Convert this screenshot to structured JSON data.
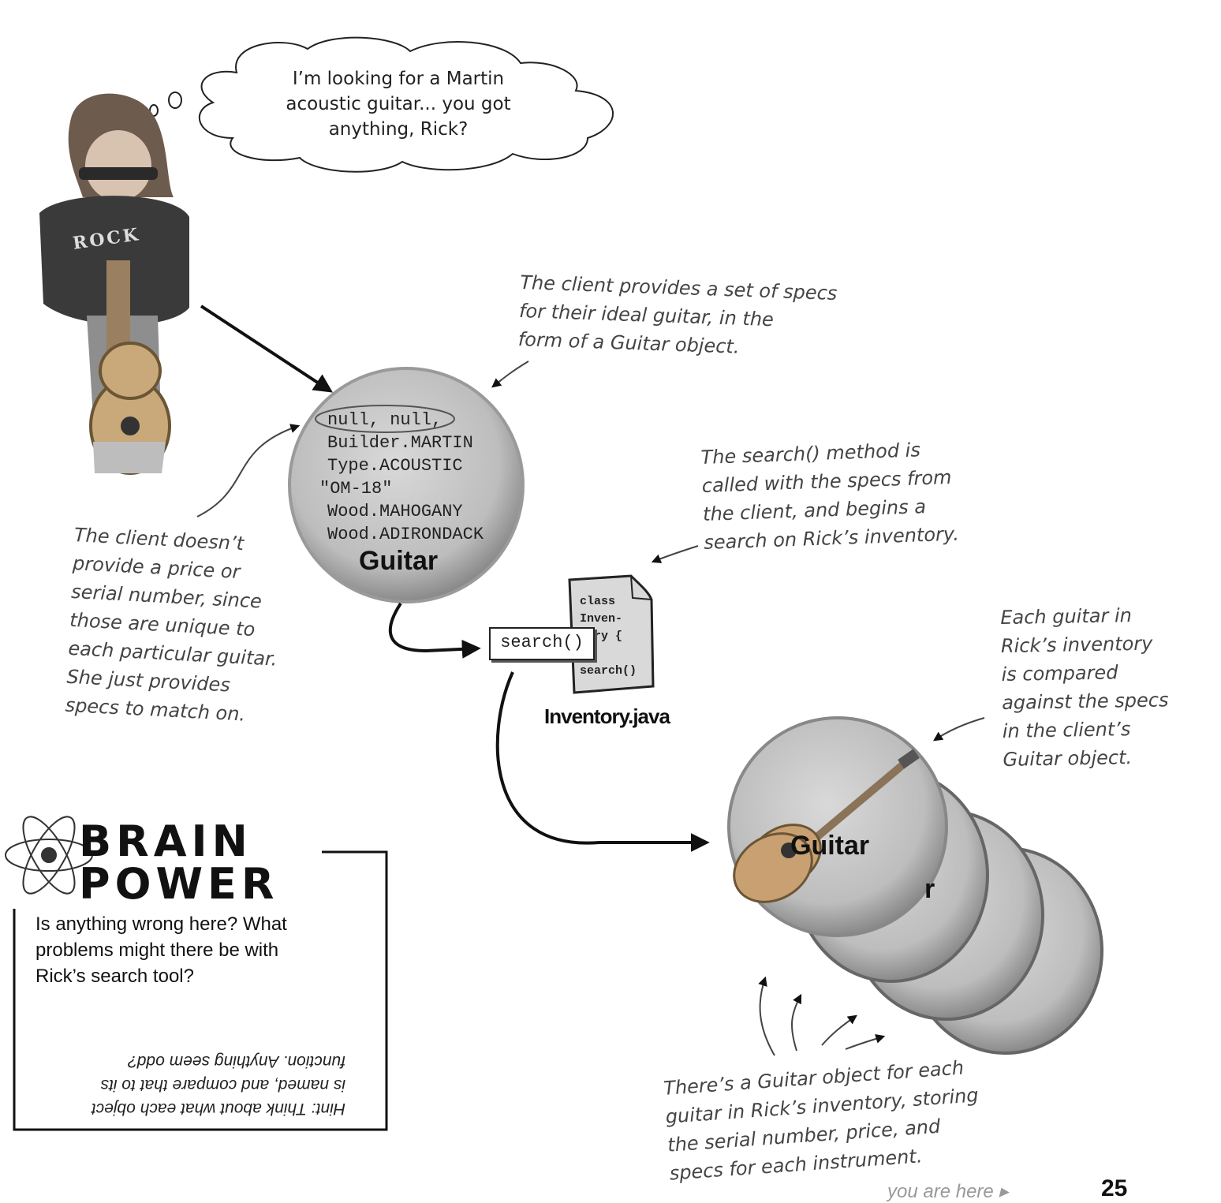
{
  "thought_bubble": {
    "text": "I’m looking for a Martin\nacoustic guitar... you got\nanything, Rick?"
  },
  "client_guitar": {
    "specs": [
      "null, null,",
      "Builder.MARTIN",
      "Type.ACOUSTIC",
      "\"OM-18\"",
      "Wood.MAHOGANY",
      "Wood.ADIRONDACK"
    ],
    "label": "Guitar"
  },
  "annotations": {
    "client_specs": "The client provides a set of specs\nfor their ideal guitar, in the\nform of a Guitar object.",
    "no_price": "The client doesn’t\nprovide a price or\nserial number, since\nthose are unique to\neach particular guitar.\nShe just provides\nspecs to match on.",
    "search_called": "The search() method is\ncalled with the specs from\nthe client, and begins a\nsearch on Rick’s inventory.",
    "each_compared": "Each guitar in\nRick’s inventory\nis compared\nagainst the specs\nin the client’s\nGuitar object.",
    "guitar_per_item": "There’s a Guitar object for each\nguitar in Rick’s inventory, storing\nthe serial number, price, and\nspecs for each instrument."
  },
  "inventory_file": {
    "code_lines": [
      "class",
      "Inven-",
      "tory {",
      "",
      "search()"
    ],
    "filename": "Inventory.java",
    "method_box": "search()"
  },
  "inventory_guitars": {
    "front_label": "Guitar",
    "partial_label": "r"
  },
  "brain_power": {
    "title_line1": "BRAIN",
    "title_line2": "POWER",
    "question": "Is anything wrong here? What\nproblems might there be with\nRick’s search tool?",
    "hint": "Hint: Think about what each object\nis named, and compare that to its\nfunction. Anything seem odd?"
  },
  "footer": {
    "you_are_here": "you are here ▸",
    "page_number": "25"
  },
  "client_photo": {
    "shirt_text": "ROCK"
  }
}
